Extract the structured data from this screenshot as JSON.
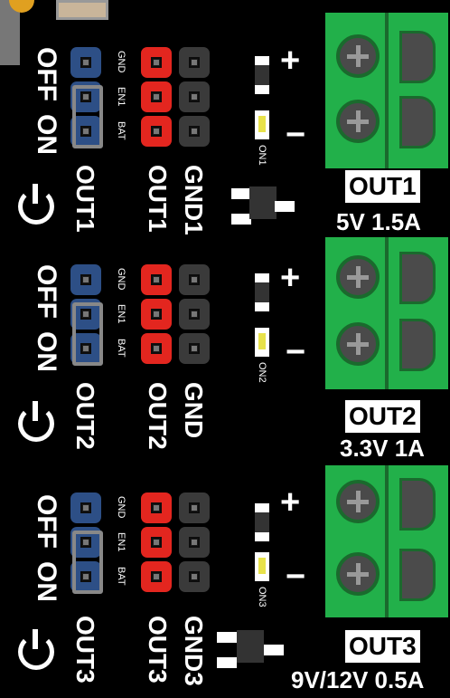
{
  "channels": [
    {
      "switch_off": "OFF",
      "switch_on": "ON",
      "pin_gnd": "GND",
      "pin_en": "EN1",
      "pin_bat": "BAT",
      "out_label_blue": "OUT1",
      "out_label_red": "OUT1",
      "gnd_label": "GND1",
      "plus": "+",
      "minus": "−",
      "led_label": "ON1",
      "terminal_label": "OUT1",
      "spec": "5V 1.5A"
    },
    {
      "switch_off": "OFF",
      "switch_on": "ON",
      "pin_gnd": "GND",
      "pin_en": "EN1",
      "pin_bat": "BAT",
      "out_label_blue": "OUT2",
      "out_label_red": "OUT2",
      "gnd_label": "GND",
      "plus": "+",
      "minus": "−",
      "led_label": "ON2",
      "terminal_label": "OUT2",
      "spec": "3.3V 1A"
    },
    {
      "switch_off": "OFF",
      "switch_on": "ON",
      "pin_gnd": "GND",
      "pin_en": "EN1",
      "pin_bat": "BAT",
      "out_label_blue": "OUT3",
      "out_label_red": "OUT3",
      "gnd_label": "GND3",
      "plus": "+",
      "minus": "−",
      "led_label": "ON3",
      "terminal_label": "OUT3",
      "spec": "9V/12V 0.5A"
    }
  ],
  "colors": {
    "board": "#000000",
    "terminal_green": "#22b04a",
    "header_blue": "#2d4f86",
    "header_red": "#e3261f",
    "header_dark": "#3a3a3a"
  }
}
